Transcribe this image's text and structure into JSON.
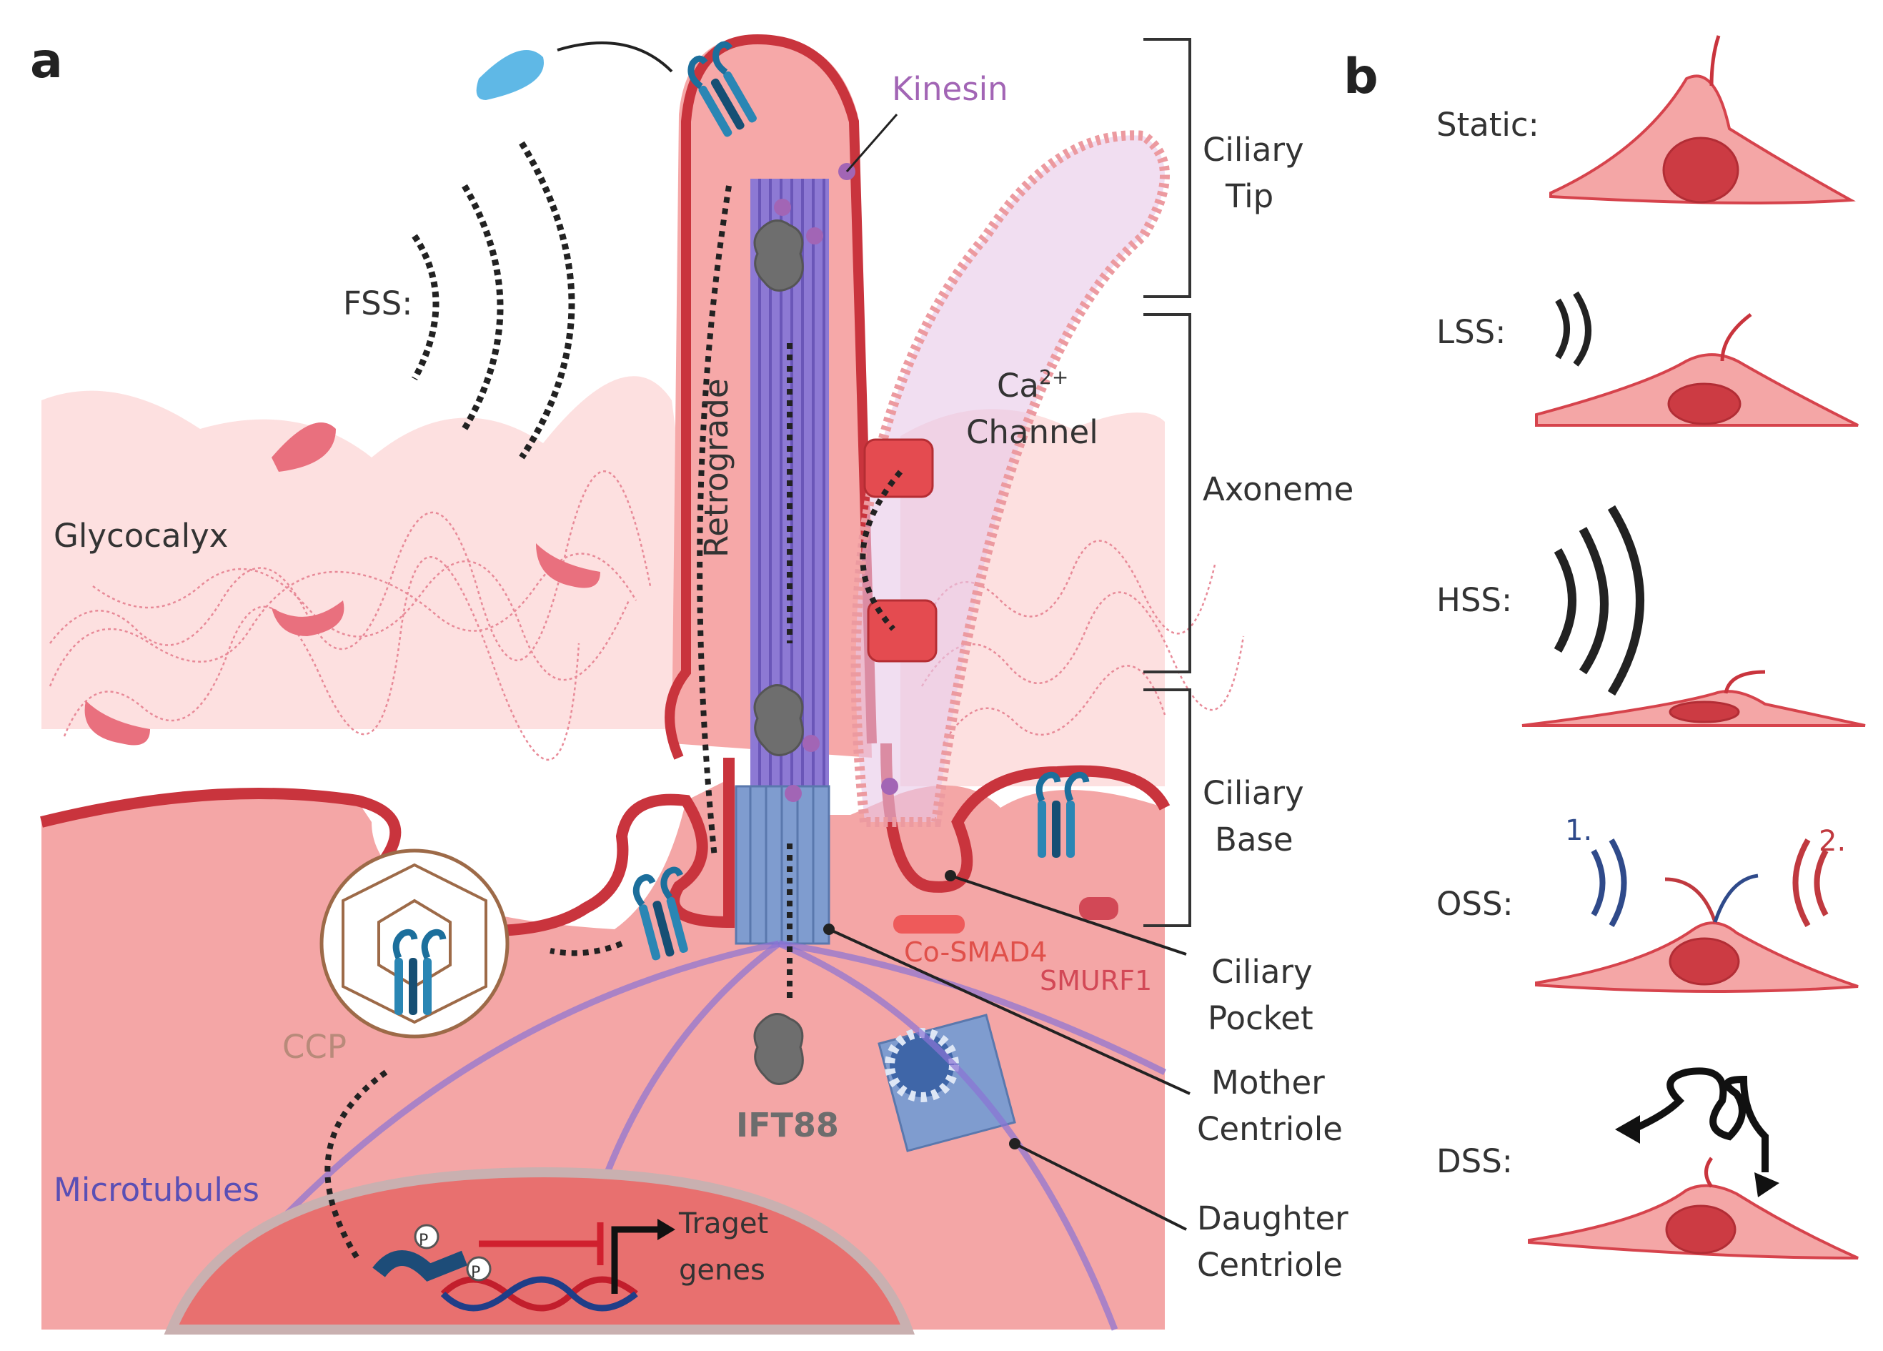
{
  "panel_a": {
    "letter": "a",
    "fss": "FSS:",
    "kinesin": "Kinesin",
    "retrograde": "Retrograde",
    "glycocalyx": "Glycocalyx",
    "ca_channel_line1": "Ca",
    "ca_channel_sup": "2+",
    "ca_channel_line2": "Channel",
    "ccp": "CCP",
    "microtubules": "Microtubules",
    "ift88": "IFT88",
    "co_smad4": "Co-SMAD4",
    "smurf1": "SMURF1",
    "target_genes_line1": "Traget",
    "target_genes_line2": "genes",
    "phospho_mark": "P",
    "brackets": [
      {
        "line1": "Ciliary",
        "line2": "Tip"
      },
      {
        "line1": "Axoneme",
        "line2": ""
      },
      {
        "line1": "Ciliary",
        "line2": "Base"
      }
    ],
    "callouts": [
      {
        "line1": "Ciliary",
        "line2": "Pocket"
      },
      {
        "line1": "Mother",
        "line2": "Centriole"
      },
      {
        "line1": "Daughter",
        "line2": "Centriole"
      }
    ]
  },
  "panel_b": {
    "letter": "b",
    "conditions": [
      "Static:",
      "LSS:",
      "HSS:",
      "OSS:",
      "DSS:"
    ],
    "oss_marks": [
      "1.",
      "2."
    ]
  },
  "colors": {
    "membrane": "#d13d45",
    "cytoplasm": "#f3a3a3",
    "glycocalyx": "#fcd9d9",
    "axoneme": "#8f7bd6",
    "centriole": "#7f9ccf",
    "receptor": "#1f7ea8",
    "ligand_blue": "#5fb8e6",
    "ligand_pink": "#e9707e",
    "ift": "#6f6f6f",
    "kinesin": "#a265b5",
    "oss_blue": "#2f4a8a",
    "oss_red": "#c0393f"
  }
}
